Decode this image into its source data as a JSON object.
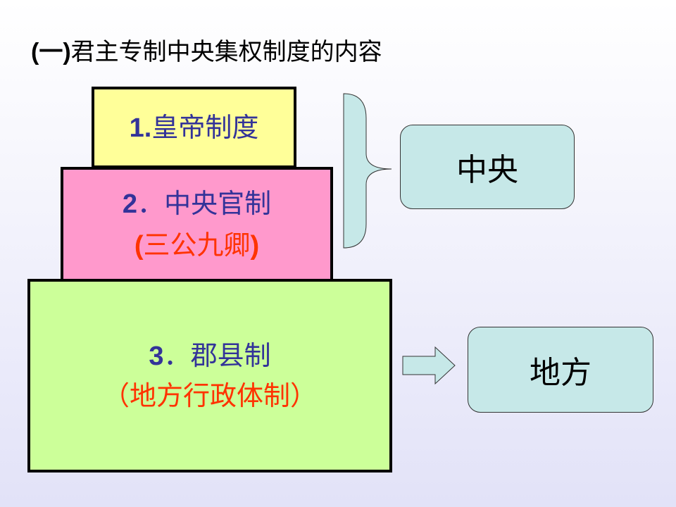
{
  "title": {
    "prefix": "(一)",
    "text": "君主专制中央集权制度的内容"
  },
  "levels": [
    {
      "number": "1.",
      "name": "皇帝制度"
    },
    {
      "number": "2",
      "separator": "．",
      "name": "中央官制",
      "sub_open": "(",
      "sub_text": "三公九卿",
      "sub_close": ")"
    },
    {
      "number": "3",
      "separator": "．",
      "name": "郡县制",
      "sub": "（地方行政体制）"
    }
  ],
  "targets": {
    "central": "中央",
    "local": "地方"
  },
  "colors": {
    "level1_fill": "#ffff99",
    "level2_fill": "#ff99cc",
    "level3_fill": "#ccff99",
    "target_fill": "#c6e8e8",
    "level_text": "#333399",
    "sub_text": "#ff3300"
  }
}
